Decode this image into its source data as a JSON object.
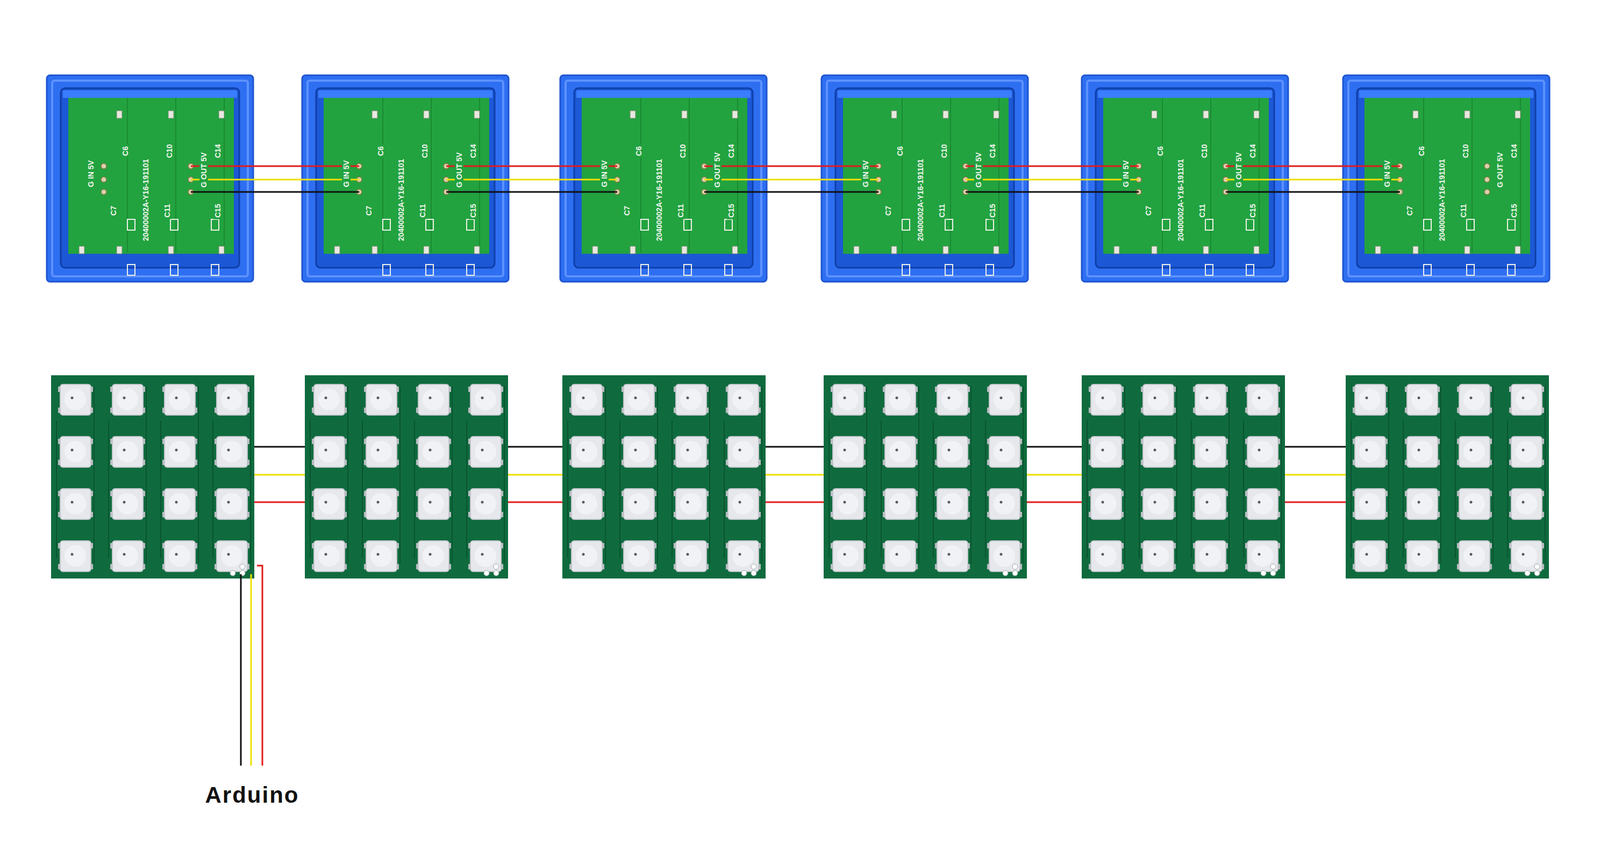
{
  "diagram": {
    "labels": [
      "G IN 5V",
      "C6",
      "C7",
      "20400002A-Y16-191101",
      "C10",
      "C11",
      "G OUT 5V",
      "C14",
      "C15",
      "G IN 5V",
      "C6",
      "C7",
      "20400002A-Y16-191101",
      "C10",
      "C11",
      "G OUT 5V",
      "C14",
      "C15",
      "G IN 5V",
      "C6",
      "C7",
      "20400002A-Y16-191101",
      "C10",
      "C11",
      "G OUT 5V",
      "C14",
      "C15",
      "G IN 5V",
      "C6",
      "C7",
      "20400002A-Y16-191101",
      "C10",
      "C11",
      "G OUT 5V",
      "C14",
      "C15",
      "G IN 5V",
      "C6",
      "C7",
      "20400002A-Y16-191101",
      "C10",
      "C11",
      "G OUT 5V",
      "C14",
      "C15",
      "G IN 5V",
      "C6",
      "C7",
      "20400002A-Y16-191101",
      "C10",
      "C11",
      "G OUT 5V",
      "C14",
      "C15",
      "Arduino"
    ]
  }
}
